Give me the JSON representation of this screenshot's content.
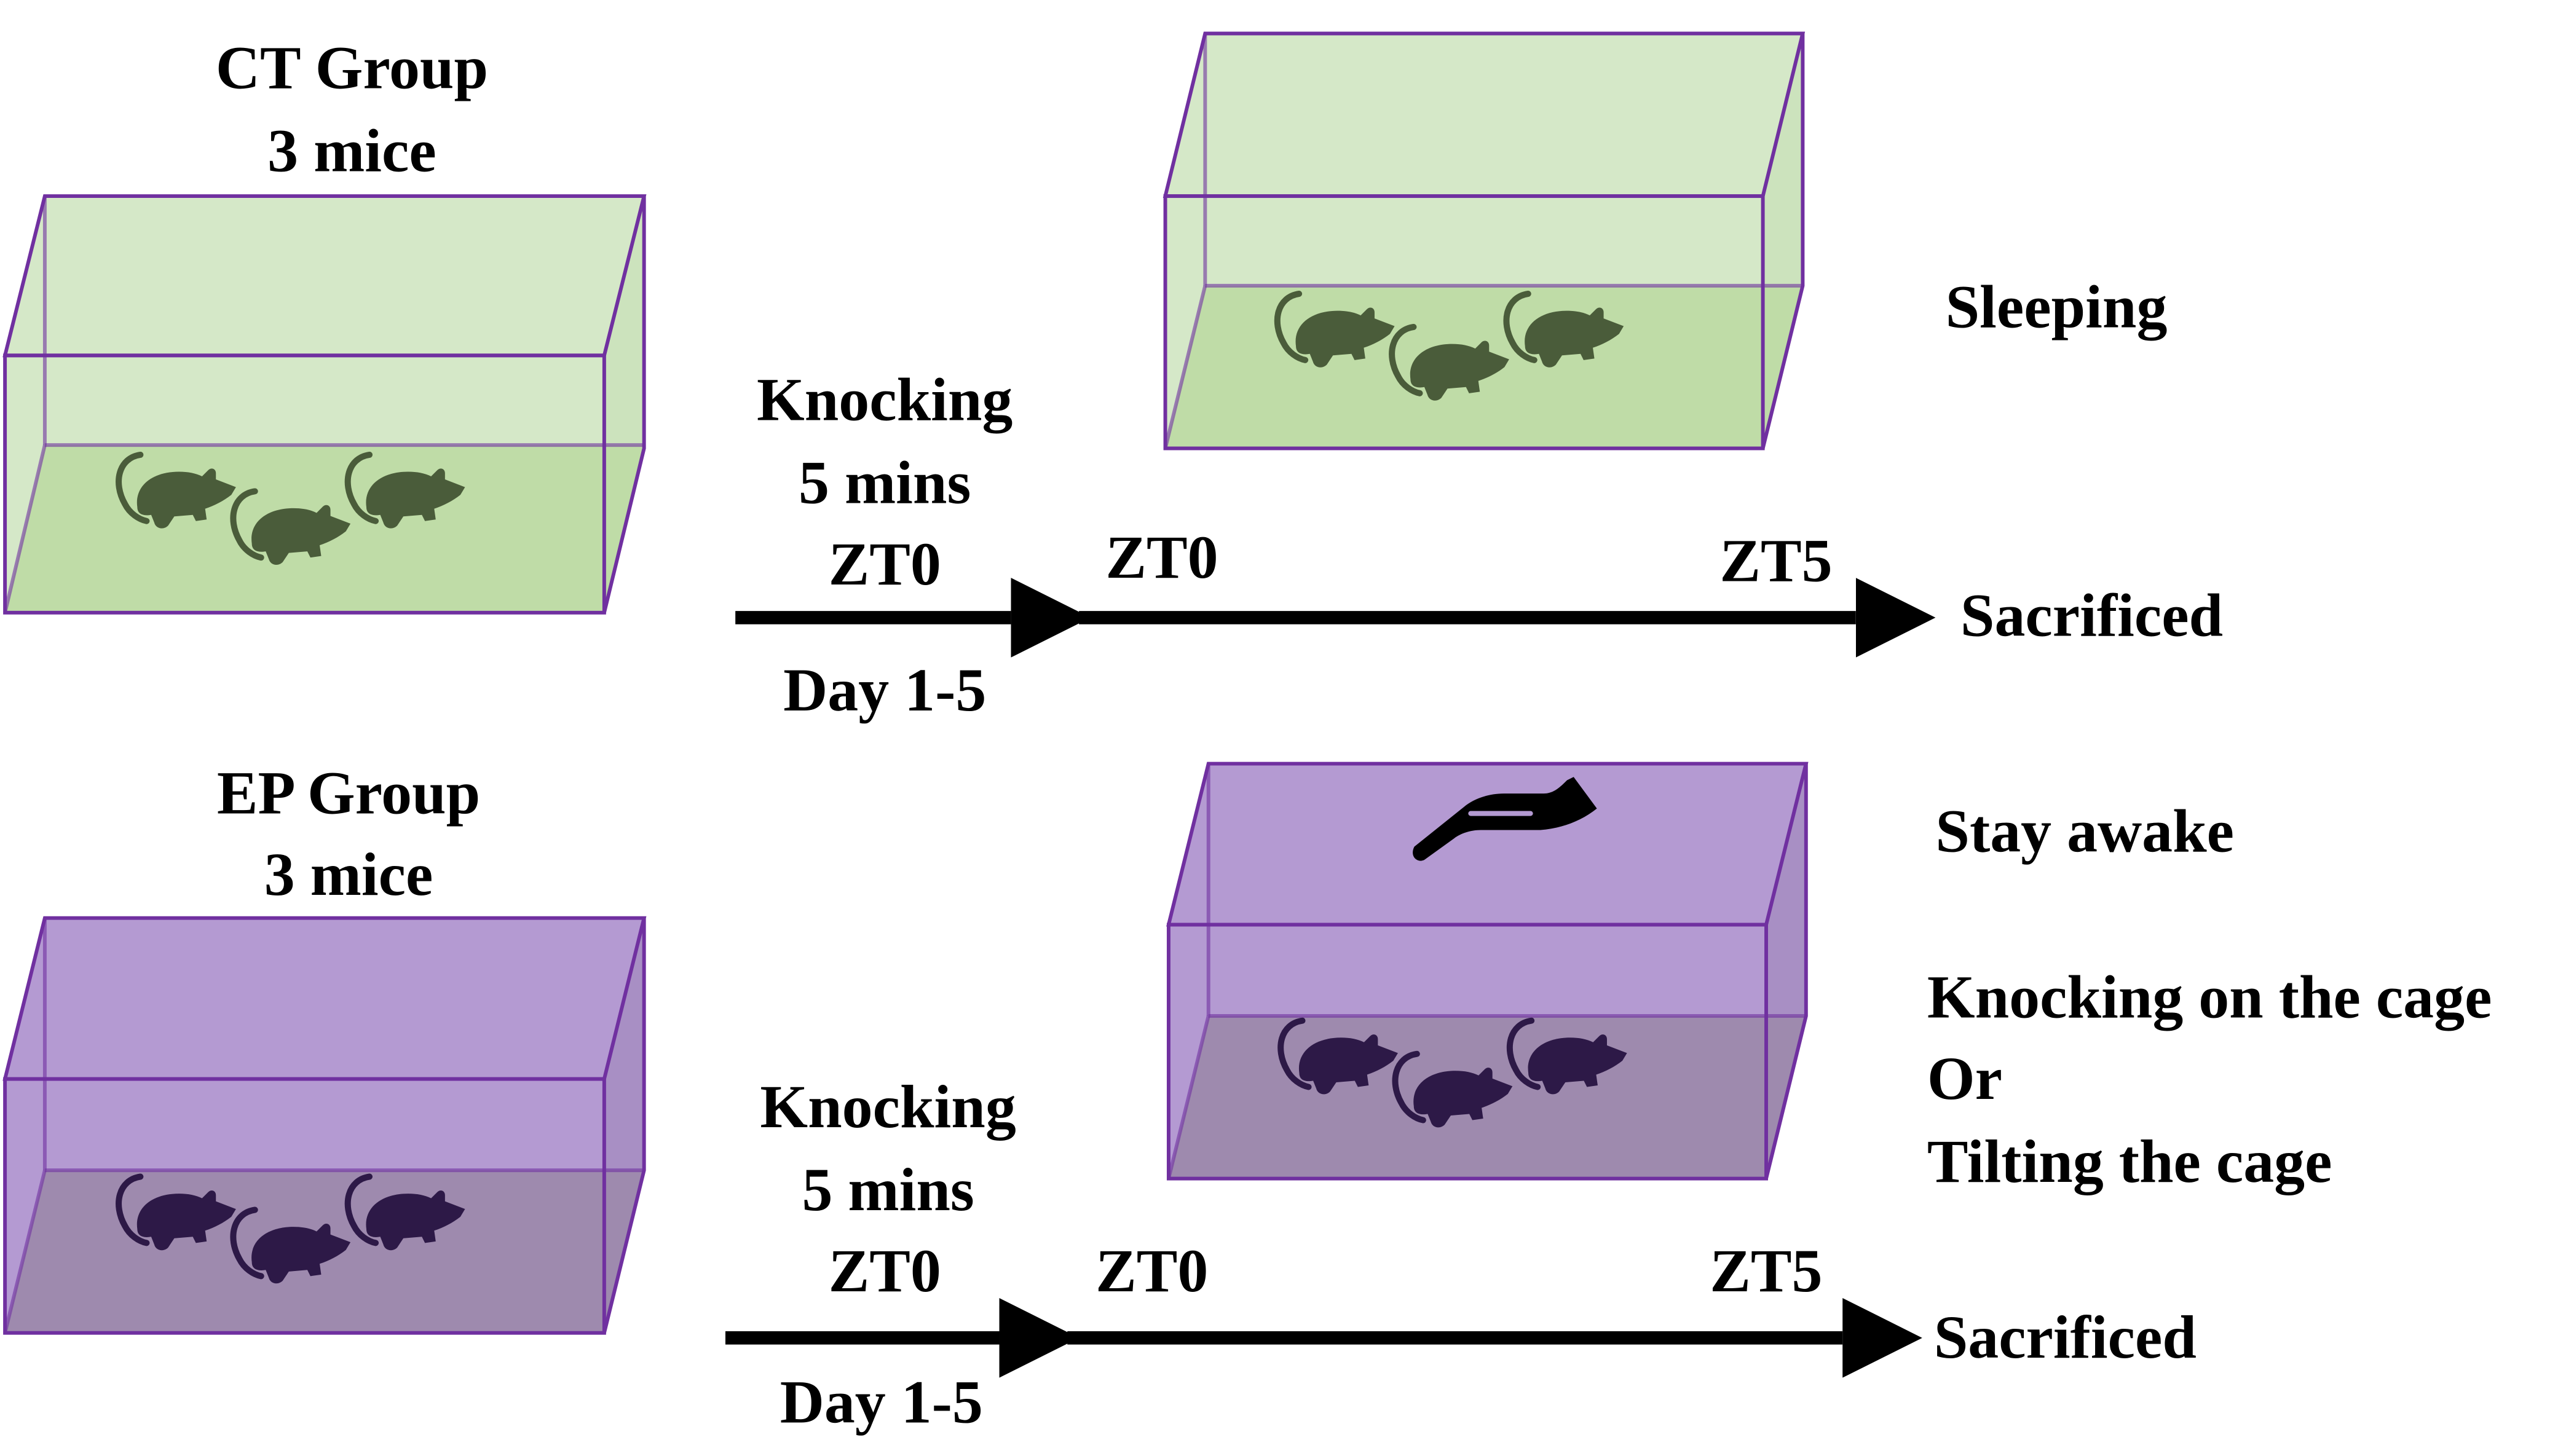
{
  "ct_group": {
    "title": "CT Group",
    "count": "3 mice",
    "protocol": {
      "line1": "Knocking",
      "line2": "5 mins",
      "line3": "ZT0",
      "days": "Day 1-5"
    },
    "timeline": {
      "start": "ZT0",
      "end": "ZT5"
    },
    "condition": "Sleeping",
    "outcome": "Sacrificed"
  },
  "ep_group": {
    "title": "EP Group",
    "count": "3 mice",
    "protocol": {
      "line1": "Knocking",
      "line2": "5 mins",
      "line3": "ZT0",
      "days": "Day 1-5"
    },
    "timeline": {
      "start": "ZT0",
      "end": "ZT5"
    },
    "condition": "Stay awake",
    "method": {
      "line1": "Knocking on the cage",
      "line2": "Or",
      "line3": "Tilting the cage"
    },
    "outcome": "Sacrificed"
  },
  "icons": {
    "mouse": "mouse-icon",
    "hand": "hand-icon"
  },
  "colors": {
    "ct_cage_fill": "#d5e8c8",
    "ct_cage_floor": "#bfdca7",
    "ct_mouse": "#4a5c3a",
    "ep_cage_fill": "#b49ad2",
    "ep_cage_floor": "#9e8aae",
    "ep_mouse": "#2d1947",
    "cage_edge": "#7030a0",
    "arrow": "#000000"
  }
}
